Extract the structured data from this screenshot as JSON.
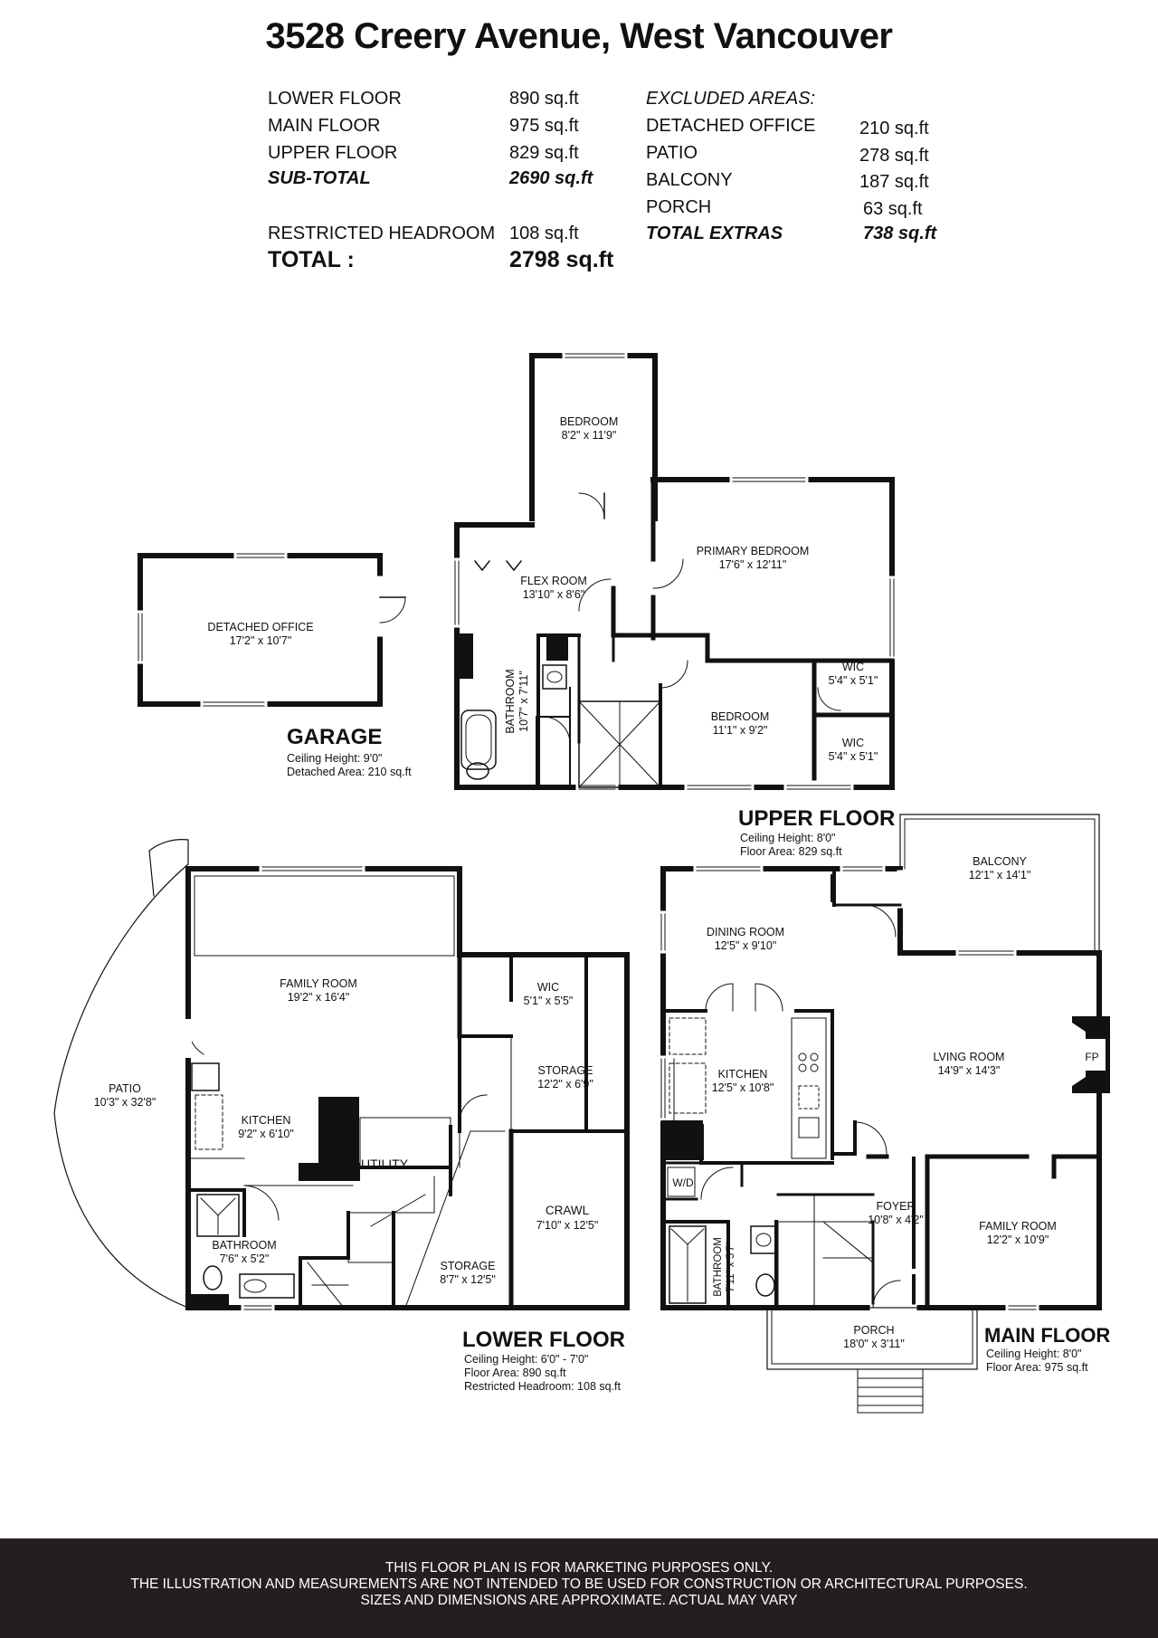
{
  "title": "3528 Creery Avenue, West Vancouver",
  "areas": {
    "lower_floor": {
      "label": "LOWER FLOOR",
      "value": "890 sq.ft"
    },
    "main_floor": {
      "label": "MAIN FLOOR",
      "value": "975 sq.ft"
    },
    "upper_floor": {
      "label": "UPPER FLOOR",
      "value": "829 sq.ft"
    },
    "sub_total": {
      "label": "SUB-TOTAL",
      "value": "2690 sq.ft"
    },
    "restricted": {
      "label": "RESTRICTED HEADROOM",
      "value": "108 sq.ft"
    },
    "total": {
      "label": "TOTAL :",
      "value": "2798 sq.ft"
    },
    "excluded_heading": "EXCLUDED AREAS:",
    "detached_office": {
      "label": "DETACHED OFFICE",
      "value": "210 sq.ft"
    },
    "patio": {
      "label": "PATIO",
      "value": "278 sq.ft"
    },
    "balcony": {
      "label": "BALCONY",
      "value": "187 sq.ft"
    },
    "porch": {
      "label": "PORCH",
      "value": "63 sq.ft"
    },
    "total_extras": {
      "label": "TOTAL EXTRAS",
      "value": "738 sq.ft"
    }
  },
  "floors": {
    "garage": {
      "name": "GARAGE",
      "line1": "Ceiling Height: 9'0\"",
      "line2": "Detached Area: 210 sq.ft"
    },
    "upper": {
      "name": "UPPER FLOOR",
      "line1": "Ceiling Height: 8'0\"",
      "line2": "Floor Area: 829 sq.ft"
    },
    "lower": {
      "name": "LOWER FLOOR",
      "line1": "Ceiling Height: 6'0\" - 7'0\"",
      "line2": "Floor Area: 890 sq.ft",
      "line3": "Restricted Headroom: 108 sq.ft"
    },
    "main": {
      "name": "MAIN FLOOR",
      "line1": "Ceiling Height: 8'0\"",
      "line2": "Floor Area: 975 sq.ft"
    }
  },
  "rooms": {
    "office": {
      "name": "DETACHED OFFICE",
      "dim": "17'2\" x 10'7\""
    },
    "up_bedroom1": {
      "name": "BEDROOM",
      "dim": "8'2\" x 11'9\""
    },
    "primary": {
      "name": "PRIMARY BEDROOM",
      "dim": "17'6\" x 12'11\""
    },
    "flex": {
      "name": "FLEX ROOM",
      "dim": "13'10\" x 8'6\""
    },
    "up_bath": {
      "name": "BATHROOM",
      "dim": "10'7\" x 7'11\""
    },
    "up_bedroom2": {
      "name": "BEDROOM",
      "dim": "11'1\" x 9'2\""
    },
    "wic1": {
      "name": "WIC",
      "dim": "5'4\" x 5'1\""
    },
    "wic2": {
      "name": "WIC",
      "dim": "5'4\" x 5'1\""
    },
    "patio": {
      "name": "PATIO",
      "dim": "10'3\" x 32'8\""
    },
    "low_family": {
      "name": "FAMILY ROOM",
      "dim": "19'2\" x 16'4\""
    },
    "low_wic": {
      "name": "WIC",
      "dim": "5'1\" x 5'5\""
    },
    "low_kitchen": {
      "name": "KITCHEN",
      "dim": "9'2\" x 6'10\""
    },
    "utility": {
      "name": "UTILITY"
    },
    "storage1": {
      "name": "STORAGE",
      "dim": "12'2\" x 6'9\""
    },
    "crawl": {
      "name": "CRAWL",
      "dim": "7'10\" x 12'5\""
    },
    "storage2": {
      "name": "STORAGE",
      "dim": "8'7\" x 12'5\""
    },
    "low_bath": {
      "name": "BATHROOM",
      "dim": "7'6\" x 5'2\""
    },
    "balcony": {
      "name": "BALCONY",
      "dim": "12'1\" x 14'1\""
    },
    "dining": {
      "name": "DINING ROOM",
      "dim": "12'5\" x 9'10\""
    },
    "kitchen": {
      "name": "KITCHEN",
      "dim": "12'5\" x 10'8\""
    },
    "living": {
      "name": "LVING ROOM",
      "dim": "14'9\" x 14'3\""
    },
    "fp": {
      "name": "FP"
    },
    "wd": {
      "name": "W/D"
    },
    "main_bath": {
      "name": "BATHROOM",
      "dim": "7'11\" x 5'7\""
    },
    "foyer": {
      "name": "FOYER",
      "dim": "10'8\" x 4'2\""
    },
    "main_family": {
      "name": "FAMILY ROOM",
      "dim": "12'2\" x 10'9\""
    },
    "porch": {
      "name": "PORCH",
      "dim": "18'0\" x 3'11\""
    }
  },
  "footer": {
    "line1": "THIS FLOOR PLAN IS FOR MARKETING PURPOSES ONLY.",
    "line2": "THE ILLUSTRATION AND MEASUREMENTS ARE NOT INTENDED TO BE USED FOR CONSTRUCTION OR ARCHITECTURAL PURPOSES.",
    "line3": "SIZES AND DIMENSIONS ARE APPROXIMATE. ACTUAL MAY VARY"
  }
}
